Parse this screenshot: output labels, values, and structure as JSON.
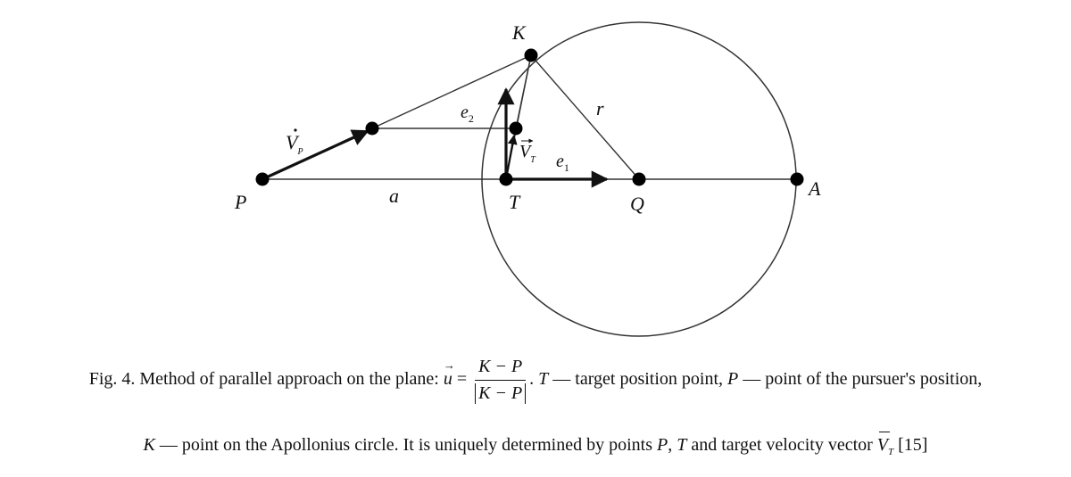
{
  "points": {
    "K": "K",
    "P": "P",
    "T": "T",
    "Q": "Q",
    "A": "A"
  },
  "labels": {
    "a": "a",
    "r": "r",
    "e1_base": "e",
    "e1_sub": "1",
    "e2_base": "e",
    "e2_sub": "2",
    "vp_base": "V",
    "vp_sub": "P",
    "vt_base": "V",
    "vt_sub": "T"
  },
  "caption": {
    "part1": "Fig. 4. Method of parallel approach on the plane: ",
    "u_symbol": "u",
    "equals": " = ",
    "numerator": "K − P",
    "denominator": "K − P",
    "part2": ". ",
    "T_sym": "T",
    "part3": " — target position point, ",
    "P_sym": "P",
    "part4": " — point of the pursuer's position,",
    "line2_K": "K",
    "line2_part1": " — point on the Apollonius circle. It is uniquely determined by points ",
    "line2_P": "P",
    "line2_comma": ", ",
    "line2_T": "T",
    "line2_part2": " and target velocity vector ",
    "line2_V": "V",
    "line2_Vsub": "T",
    "line2_ref": "  [15]"
  }
}
